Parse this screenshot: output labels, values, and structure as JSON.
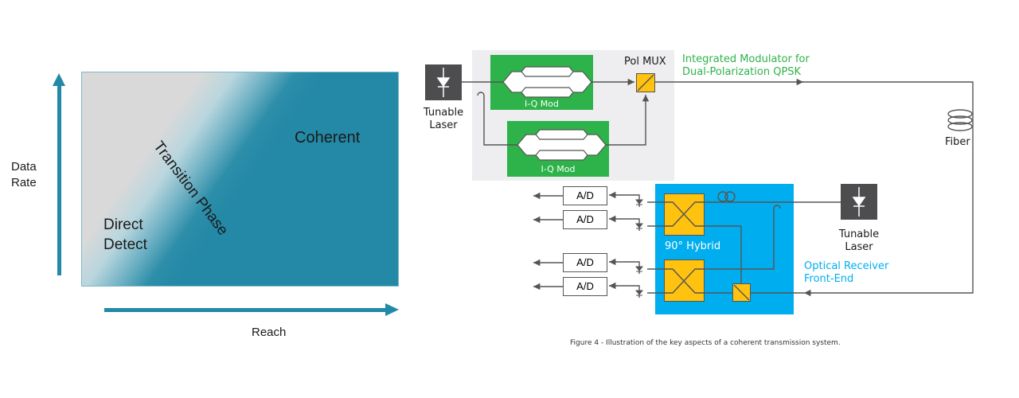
{
  "left_figure": {
    "y_axis_label_line1": "Data",
    "y_axis_label_line2": "Rate",
    "x_axis_label": "Reach",
    "regions": {
      "direct_detect_line1": "Direct",
      "direct_detect_line2": "Detect",
      "transition": "Transition Phase",
      "coherent": "Coherent"
    },
    "colors": {
      "coherent": "#2389A6",
      "direct": "#D9D9D9",
      "arrow": "#2389A6"
    }
  },
  "right_figure": {
    "transmitter": {
      "laser_label_line1": "Tunable",
      "laser_label_line2": "Laser",
      "iq_mod_top": "I-Q Mod",
      "iq_mod_bottom": "I-Q Mod",
      "pol_mux": "Pol MUX",
      "module_caption_line1": "Integrated Modulator for",
      "module_caption_line2": "Dual-Polarization QPSK"
    },
    "fiber_label": "Fiber",
    "receiver": {
      "adc_labels": [
        "A/D",
        "A/D",
        "A/D",
        "A/D"
      ],
      "hybrid_label": "90° Hybrid",
      "laser_label_line1": "Tunable",
      "laser_label_line2": "Laser",
      "front_end_line1": "Optical Receiver",
      "front_end_line2": "Front-End"
    },
    "caption": "Figure 4 - Illustration of the key aspects of a coherent transmission system.",
    "colors": {
      "green": "#2DB34A",
      "yellow": "#FFC20E",
      "blue": "#00AEEF",
      "gray_panel": "#EEEEF0",
      "laser": "#4D4D4F",
      "line": "#555555",
      "caption_green": "#2DB34A",
      "caption_blue": "#00AEEF"
    }
  }
}
